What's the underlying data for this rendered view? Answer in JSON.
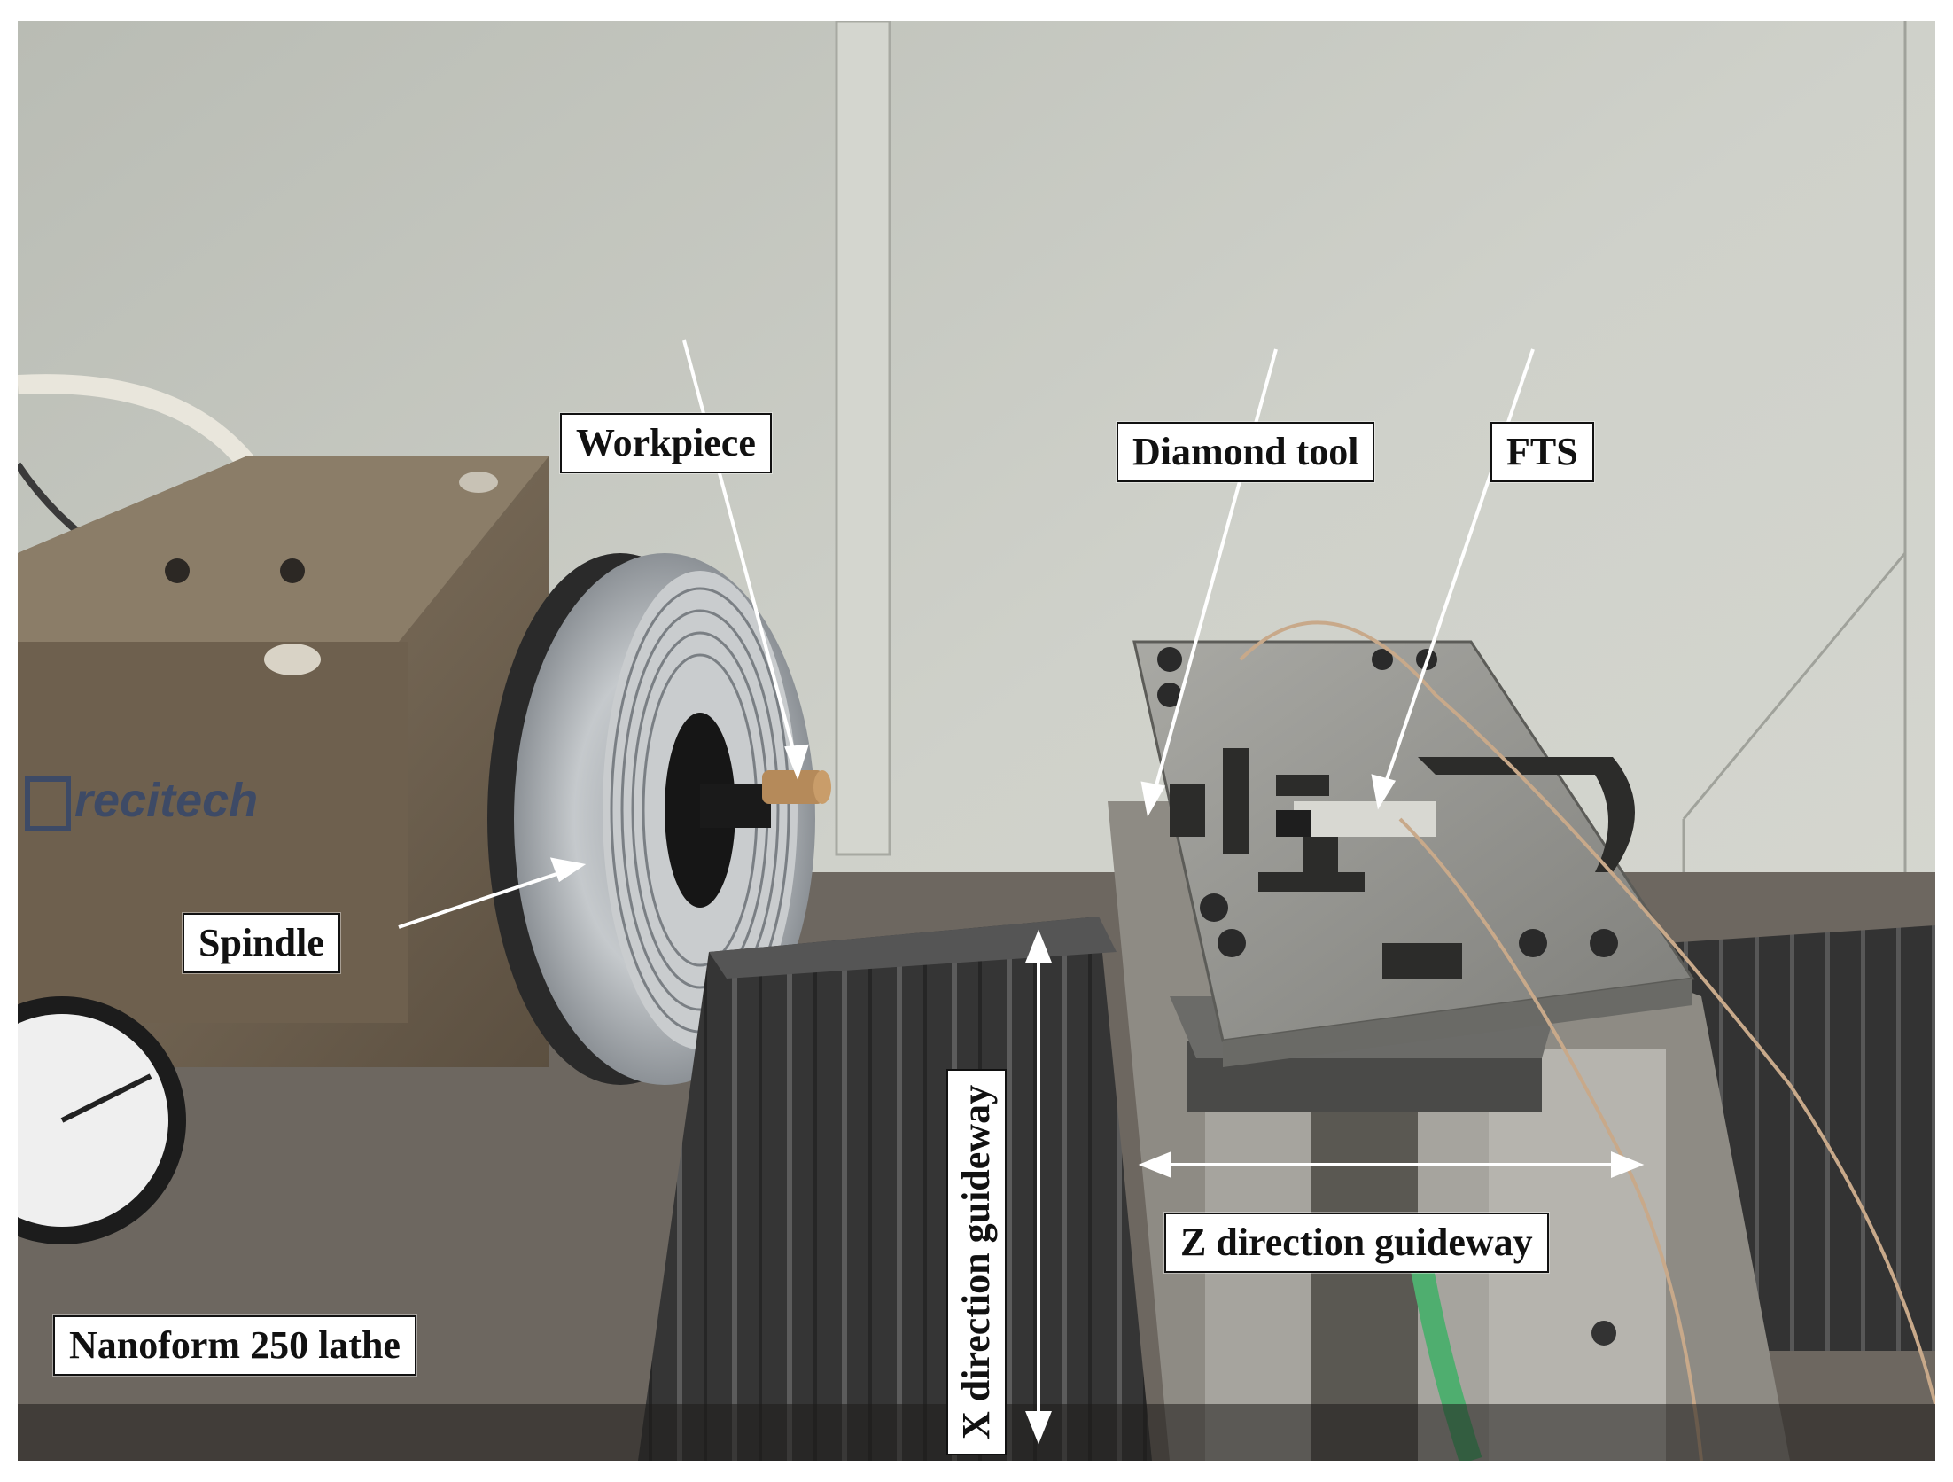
{
  "labels": {
    "workpiece": "Workpiece",
    "diamond_tool": "Diamond tool",
    "fts": "FTS",
    "spindle": "Spindle",
    "x_guideway": "X direction guideway",
    "z_guideway": "Z direction guideway",
    "lathe": "Nanoform 250 lathe",
    "brand": "recitech"
  },
  "colors": {
    "wall": "#c9cbc3",
    "bellows": "#3a3a3a",
    "housing": "#7a6a55",
    "chuck": "#b8bcc0",
    "fts_plate": "#9a9a96",
    "cable_green": "#4fae6f",
    "workpiece_copper": "#b58a5a"
  }
}
